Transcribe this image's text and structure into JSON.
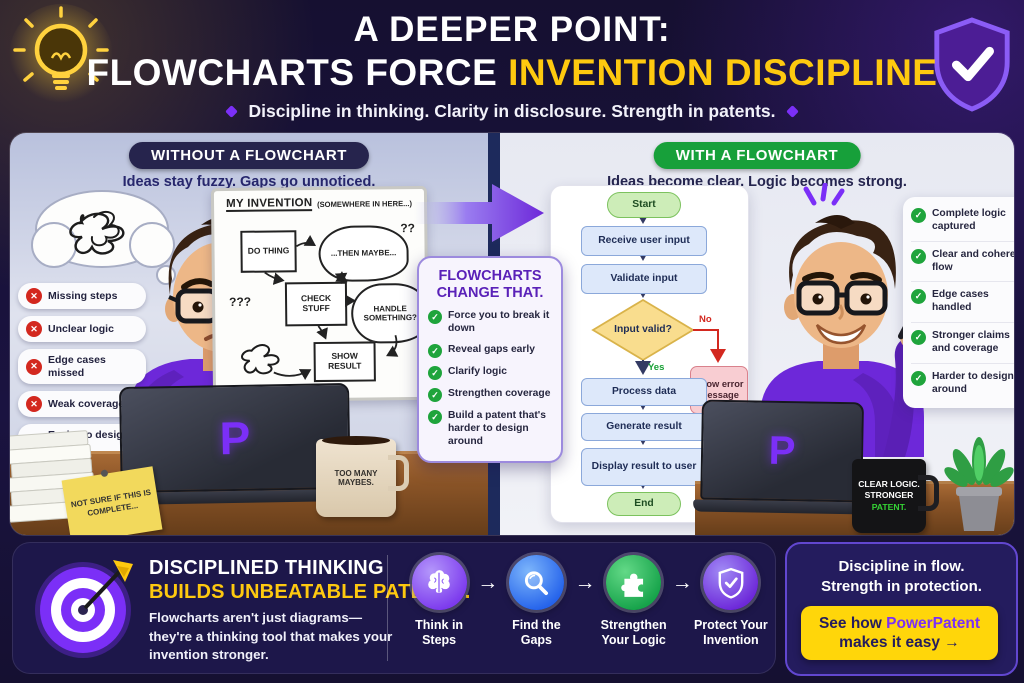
{
  "header": {
    "title_line1": "A DEEPER POINT:",
    "title_line2_white": "FLOWCHARTS FORCE ",
    "title_line2_accent": "INVENTION DISCIPLINE",
    "subtitle": "Discipline in thinking. Clarity in disclosure. Strength in patents."
  },
  "without_panel": {
    "badge": "WITHOUT A FLOWCHART",
    "tagline": "Ideas stay fuzzy. Gaps go unnoticed.",
    "whiteboard": {
      "title": "MY INVENTION",
      "subtitle": "(SOMEWHERE IN HERE...)",
      "box_do": "DO THING",
      "cloud_maybe": "...THEN MAYBE...",
      "box_check": "CHECK STUFF",
      "cloud_handle": "HANDLE SOMETHING?",
      "box_show": "SHOW RESULT",
      "marks_a": "??",
      "marks_b": "???"
    },
    "issues": [
      "Missing steps",
      "Unclear logic",
      "Edge cases missed",
      "Weak coverage",
      "Easier to design around"
    ],
    "sticky_note": "NOT SURE IF THIS IS COMPLETE...",
    "mug": "TOO MANY MAYBES.",
    "laptop_logo": "P"
  },
  "change_card": {
    "title": "FLOWCHARTS CHANGE THAT.",
    "benefits": [
      "Force you to break it down",
      "Reveal gaps early",
      "Clarify logic",
      "Strengthen coverage",
      "Build a patent that's harder to design around"
    ]
  },
  "with_panel": {
    "badge": "WITH A FLOWCHART",
    "tagline": "Ideas become clear. Logic becomes strong.",
    "flowchart": {
      "start": "Start",
      "step_receive": "Receive user input",
      "step_validate": "Validate input",
      "decision": "Input valid?",
      "label_yes": "Yes",
      "label_no": "No",
      "error": "Show error message",
      "step_process": "Process data",
      "step_generate": "Generate result",
      "step_display": "Display result to user",
      "end": "End"
    },
    "wins": [
      "Complete logic captured",
      "Clear and coherent flow",
      "Edge cases handled",
      "Stronger claims and coverage",
      "Harder to design around"
    ],
    "mug_line1": "CLEAR LOGIC.",
    "mug_line2": "STRONGER",
    "mug_line3": "PATENT.",
    "laptop_logo": "P"
  },
  "footer": {
    "headline_line1": "DISCIPLINED THINKING",
    "headline_line2": "BUILDS UNBEATABLE PATENTS.",
    "body": "Flowcharts aren't just diagrams— they're a thinking tool that makes your invention stronger.",
    "arrow_glyph": "→",
    "steps": [
      {
        "label": "Think in Steps",
        "icon": "brain-icon"
      },
      {
        "label": "Find the Gaps",
        "icon": "magnifier-icon"
      },
      {
        "label": "Strengthen Your Logic",
        "icon": "puzzle-icon"
      },
      {
        "label": "Protect Your Invention",
        "icon": "shield-check-icon"
      }
    ],
    "cta_card": {
      "line1": "Discipline in flow.",
      "line2": "Strength in protection.",
      "button_prefix": "See how ",
      "button_brand": "PowerPatent",
      "button_suffix": "makes it easy →"
    }
  },
  "colors": {
    "accent_yellow": "#FEC90F",
    "accent_purple": "#7B2FF7",
    "success_green": "#1FA43C",
    "error_red": "#D3281F",
    "background_navy": "#1A1340"
  }
}
